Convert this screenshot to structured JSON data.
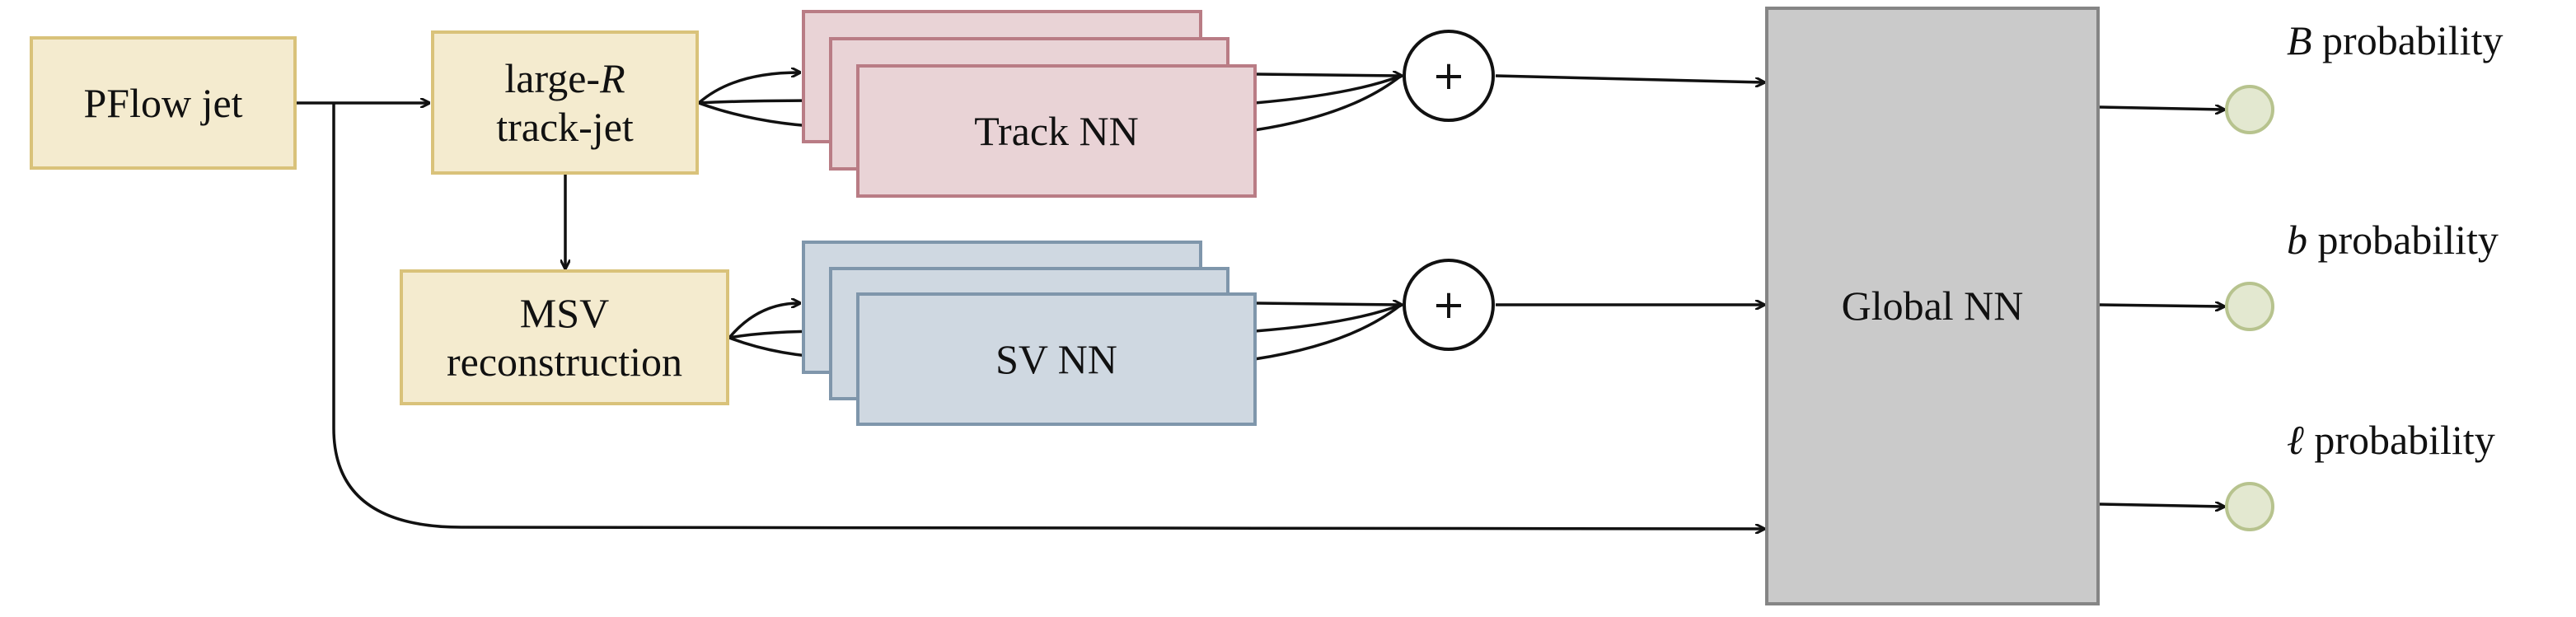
{
  "inputs": {
    "pflow_jet": "PFlow jet",
    "large_r_prefix": "large-",
    "large_r_symbol": "R",
    "large_r_line2": "track-jet",
    "msv_line1": "MSV",
    "msv_line2": "reconstruction"
  },
  "networks": {
    "track_nn": "Track NN",
    "sv_nn": "SV NN",
    "global_nn": "Global NN"
  },
  "sum_symbol": "+",
  "outputs": [
    {
      "symbol": "B",
      "text": " probability"
    },
    {
      "symbol": "b",
      "text": " probability"
    },
    {
      "symbol": "ℓ",
      "text": " probability"
    }
  ],
  "colors": {
    "input_fill": "#f4ebcf",
    "track_fill": "#e9d3d6",
    "sv_fill": "#cfd8e1",
    "global_fill": "#cacaca",
    "output_fill": "#e3e8d0"
  }
}
